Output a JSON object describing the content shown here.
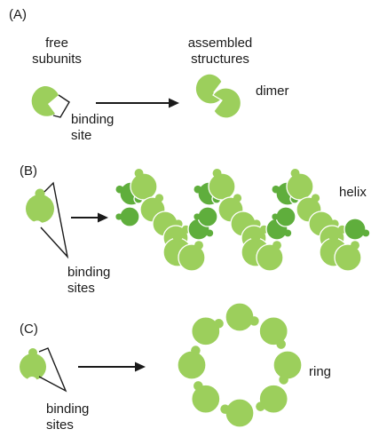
{
  "figure": {
    "panel_a": {
      "tag": "(A)",
      "free_label": [
        "free",
        "subunits"
      ],
      "assembled_label": [
        "assembled",
        "structures"
      ],
      "binding_label": [
        "binding",
        "site"
      ],
      "product_label": "dimer"
    },
    "panel_b": {
      "tag": "(B)",
      "binding_label": [
        "binding",
        "sites"
      ],
      "product_label": "helix"
    },
    "panel_c": {
      "tag": "(C)",
      "binding_label": [
        "binding",
        "sites"
      ],
      "product_label": "ring"
    }
  },
  "colors": {
    "subunit_light": "#9ccf5c",
    "subunit_dark": "#5fae3c",
    "subunit_edge": "#ffffff",
    "arrow": "#1a1a1a",
    "bracket": "#1a1a1a"
  }
}
